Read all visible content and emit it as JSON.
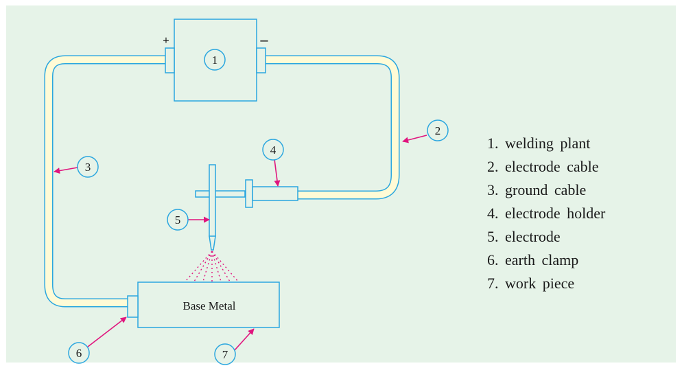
{
  "colors": {
    "background": "#e6f3e8",
    "outline": "#2aa6df",
    "cable_fill": "#fffbd6",
    "arrow": "#e0157e",
    "spark": "#e0157e",
    "text": "#1a1a1a"
  },
  "terminals": {
    "positive": "+",
    "negative": "–"
  },
  "callouts": [
    "1",
    "2",
    "3",
    "4",
    "5",
    "6",
    "7"
  ],
  "base_metal_label": "Base Metal",
  "legend": [
    "1. welding plant",
    "2. electrode cable",
    "3. ground cable",
    "4. electrode holder",
    "5. electrode",
    "6. earth clamp",
    "7. work piece"
  ]
}
